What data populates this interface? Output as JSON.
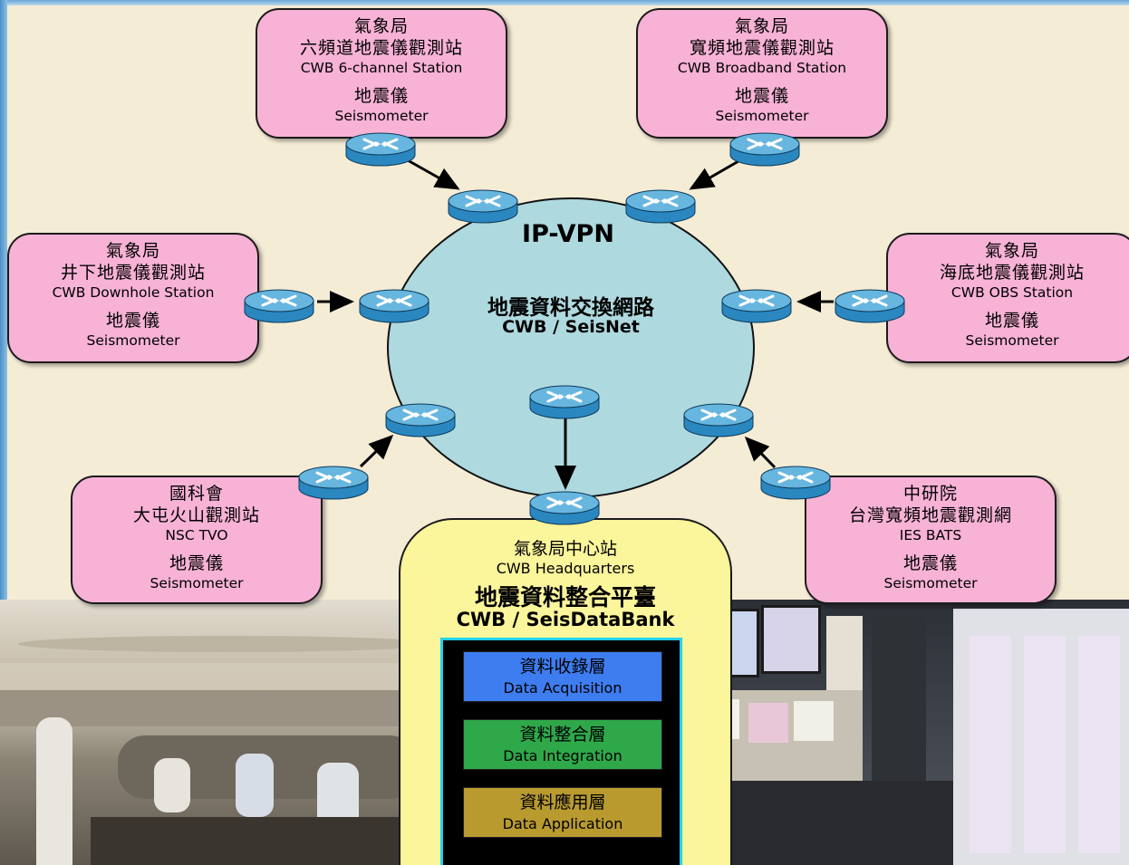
{
  "network": {
    "title": "IP-VPN",
    "name_zh": "地震資料交換網路",
    "name_en": "CWB / SeisNet"
  },
  "stations": [
    {
      "org": "氣象局",
      "name_zh": "六頻道地震儀觀測站",
      "name_en": "CWB 6-channel Station",
      "device_zh": "地震儀",
      "device_en": "Seismometer"
    },
    {
      "org": "氣象局",
      "name_zh": "寬頻地震儀觀測站",
      "name_en": "CWB Broadband Station",
      "device_zh": "地震儀",
      "device_en": "Seismometer"
    },
    {
      "org": "氣象局",
      "name_zh": "井下地震儀觀測站",
      "name_en": "CWB Downhole Station",
      "device_zh": "地震儀",
      "device_en": "Seismometer"
    },
    {
      "org": "氣象局",
      "name_zh": "海底地震儀觀測站",
      "name_en": "CWB OBS Station",
      "device_zh": "地震儀",
      "device_en": "Seismometer"
    },
    {
      "org": "國科會",
      "name_zh": "大屯火山觀測站",
      "name_en": "NSC TVO",
      "device_zh": "地震儀",
      "device_en": "Seismometer"
    },
    {
      "org": "中研院",
      "name_zh": "台灣寬頻地震觀測網",
      "name_en": "IES BATS",
      "device_zh": "地震儀",
      "device_en": "Seismometer"
    }
  ],
  "headquarters": {
    "name_zh": "氣象局中心站",
    "name_en": "CWB Headquarters",
    "platform_zh": "地震資料整合平臺",
    "platform_en": "CWB / SeisDataBank"
  },
  "layers": [
    {
      "name_zh": "資料收錄層",
      "name_en": "Data Acquisition",
      "color": "#3d7df0"
    },
    {
      "name_zh": "資料整合層",
      "name_en": "Data Integration",
      "color": "#2fa84a"
    },
    {
      "name_zh": "資料應用層",
      "name_en": "Data Application",
      "color": "#b89a2f"
    }
  ],
  "colors": {
    "station_fill": "#f7b2d6",
    "network_fill": "#aed9df",
    "hq_fill": "#fbf59b",
    "router_top": "#67b6df",
    "router_side": "#2a87c0"
  },
  "icons": {
    "router": "router-icon",
    "arrow": "arrow-icon"
  }
}
